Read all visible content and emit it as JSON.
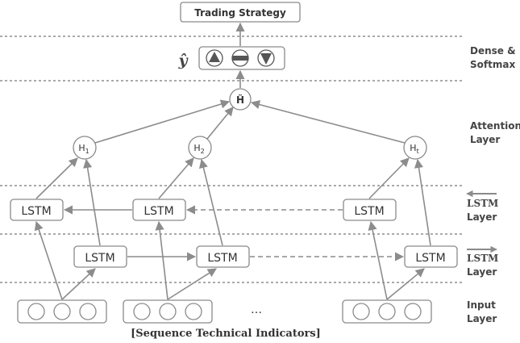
{
  "header": {
    "strategy_label": "Trading Strategy",
    "yhat_symbol": "ŷ"
  },
  "layers": {
    "dense": [
      "Dense &",
      "Softmax"
    ],
    "attention": [
      "Attention",
      "Layer"
    ],
    "backward": [
      "LSTM",
      "Layer"
    ],
    "forward": [
      "LSTM",
      "Layer"
    ],
    "input": [
      "Input",
      "Layer"
    ]
  },
  "attention": {
    "h_tilde": "H̃",
    "h1": "H",
    "h1_sub": "1",
    "h2": "H",
    "h2_sub": "2",
    "ht": "H",
    "ht_sub": "t"
  },
  "lstm_label": "LSTM",
  "ellipsis": "…",
  "caption": "[Sequence Technical Indicators]",
  "output_icons": [
    "up-triangle-icon",
    "equal-bar-icon",
    "down-triangle-icon"
  ]
}
